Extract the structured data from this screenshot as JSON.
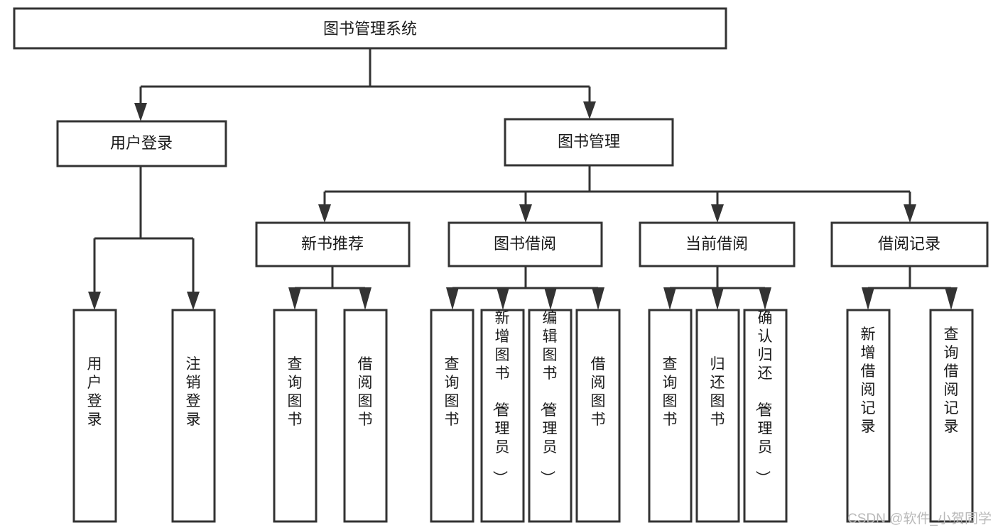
{
  "diagram": {
    "type": "tree-structure-chart",
    "title": "图书管理系统",
    "watermark": "CSDN @软件_小贺同学",
    "colors": {
      "box_stroke": "#333333",
      "box_fill": "#ffffff",
      "text": "#1a1a1a",
      "background": "#ffffff",
      "watermark": "#b9b9b9"
    },
    "nodes": {
      "root": {
        "label": "图书管理系统",
        "orientation": "horizontal"
      },
      "level1": [
        {
          "label": "用户登录",
          "orientation": "horizontal"
        },
        {
          "label": "图书管理",
          "orientation": "horizontal"
        }
      ],
      "level2": [
        {
          "label": "新书推荐",
          "orientation": "horizontal"
        },
        {
          "label": "图书借阅",
          "orientation": "horizontal"
        },
        {
          "label": "当前借阅",
          "orientation": "horizontal"
        },
        {
          "label": "借阅记录",
          "orientation": "horizontal"
        }
      ],
      "leaves": {
        "user_login": [
          {
            "label": "用户登录",
            "orientation": "vertical"
          },
          {
            "label": "注销登录",
            "orientation": "vertical"
          }
        ],
        "new_book_recommend": [
          {
            "label": "查询图书",
            "orientation": "vertical"
          },
          {
            "label": "借阅图书",
            "orientation": "vertical"
          }
        ],
        "book_borrow": [
          {
            "label": "查询图书",
            "orientation": "vertical"
          },
          {
            "label": "新增图书（管理员）",
            "orientation": "vertical"
          },
          {
            "label": "编辑图书（管理员）",
            "orientation": "vertical"
          },
          {
            "label": "借阅图书",
            "orientation": "vertical"
          }
        ],
        "current_borrow": [
          {
            "label": "查询图书",
            "orientation": "vertical"
          },
          {
            "label": "归还图书",
            "orientation": "vertical"
          },
          {
            "label": "确认归还（管理员）",
            "orientation": "vertical"
          }
        ],
        "borrow_record": [
          {
            "label": "新增借阅记录",
            "orientation": "vertical"
          },
          {
            "label": "查询借阅记录",
            "orientation": "vertical"
          }
        ]
      }
    }
  }
}
